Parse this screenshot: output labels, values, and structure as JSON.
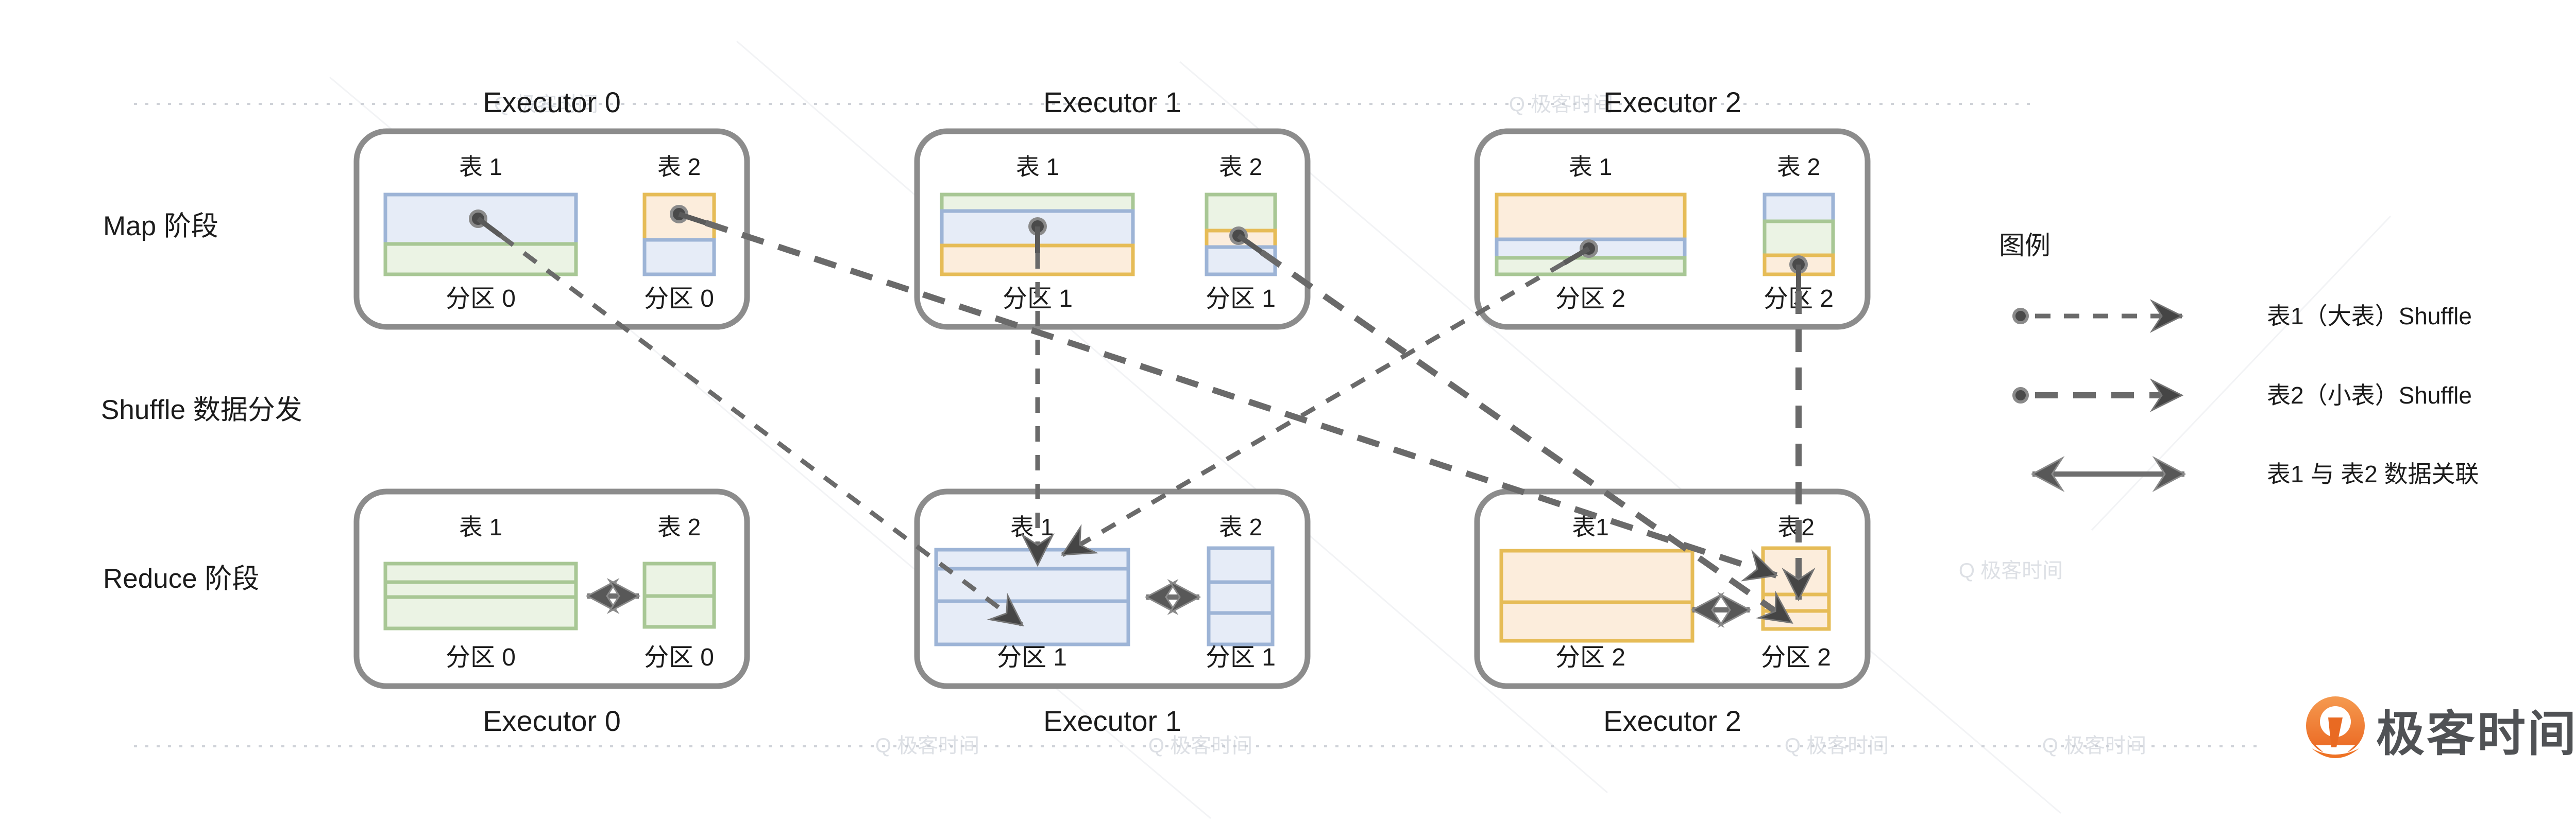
{
  "stage_labels": {
    "map": "Map 阶段",
    "shuffle": "Shuffle 数据分发",
    "reduce": "Reduce 阶段"
  },
  "map_row": {
    "executors": [
      {
        "title": "Executor 0",
        "tables": [
          {
            "label": "表 1",
            "partition": "分区 0"
          },
          {
            "label": "表 2",
            "partition": "分区 0"
          }
        ]
      },
      {
        "title": "Executor 1",
        "tables": [
          {
            "label": "表 1",
            "partition": "分区 1"
          },
          {
            "label": "表 2",
            "partition": "分区 1"
          }
        ]
      },
      {
        "title": "Executor 2",
        "tables": [
          {
            "label": "表 1",
            "partition": "分区 2"
          },
          {
            "label": "表 2",
            "partition": "分区 2"
          }
        ]
      }
    ]
  },
  "reduce_row": {
    "executors": [
      {
        "title": "Executor 0",
        "tables": [
          {
            "label": "表 1",
            "partition": "分区 0"
          },
          {
            "label": "表 2",
            "partition": "分区 0"
          }
        ]
      },
      {
        "title": "Executor 1",
        "tables": [
          {
            "label": "表 1",
            "partition": "分区 1"
          },
          {
            "label": "表 2",
            "partition": "分区 1"
          }
        ]
      },
      {
        "title": "Executor 2",
        "tables": [
          {
            "label": "表1",
            "partition": "分区 2"
          },
          {
            "label": "表2",
            "partition": "分区 2"
          }
        ]
      }
    ]
  },
  "legend": {
    "title": "图例",
    "items": [
      {
        "label": "表1（大表）Shuffle",
        "style": "dashed-small"
      },
      {
        "label": "表2（小表）Shuffle",
        "style": "dashed-large"
      },
      {
        "label": "表1 与 表2 数据关联",
        "style": "double-arrow"
      }
    ]
  },
  "watermark_text": "Q 极客时间",
  "logo_text": "极客时间",
  "colors": {
    "table1_blue_fill": "#E6ECF7",
    "table1_blue_border": "#9DB4D6",
    "green_fill": "#EBF3E4",
    "green_border": "#A8C795",
    "orange_fill": "#FCEDDC",
    "orange_border": "#E6BC57",
    "executor_box_border": "#8C8C8C",
    "shuffle_line": "#6A6A6A",
    "arrowhead": "#454545",
    "logo_orange": "#EE7224"
  }
}
